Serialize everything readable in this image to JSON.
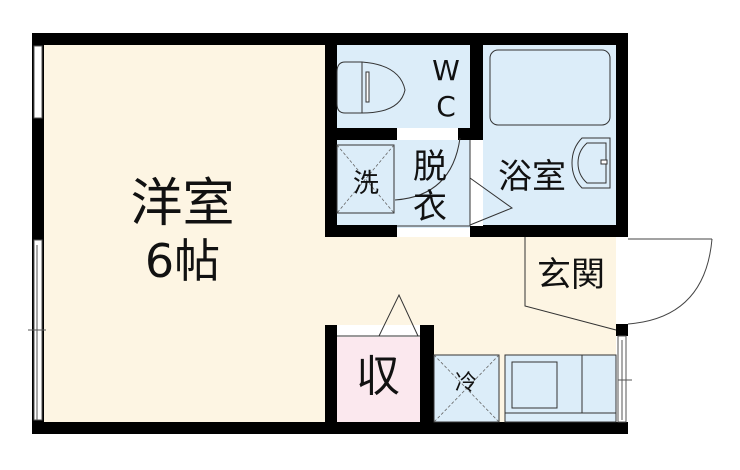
{
  "floorplan": {
    "colors": {
      "wall": "#000000",
      "western_room": "#fdf5e3",
      "wet_area": "#dcedf9",
      "storage": "#fbe8ee",
      "entry": "#fdf5e3",
      "background": "#ffffff"
    },
    "rooms": {
      "western": {
        "name": "洋室",
        "size": "6帖"
      },
      "wc": {
        "line1": "W",
        "line2": "C"
      },
      "washing_machine": {
        "label": "洗"
      },
      "dressing": {
        "line1": "脱",
        "line2": "衣"
      },
      "bath": {
        "label": "浴室"
      },
      "entrance": {
        "label": "玄関"
      },
      "storage": {
        "label": "収"
      },
      "fridge": {
        "label": "冷"
      }
    }
  }
}
